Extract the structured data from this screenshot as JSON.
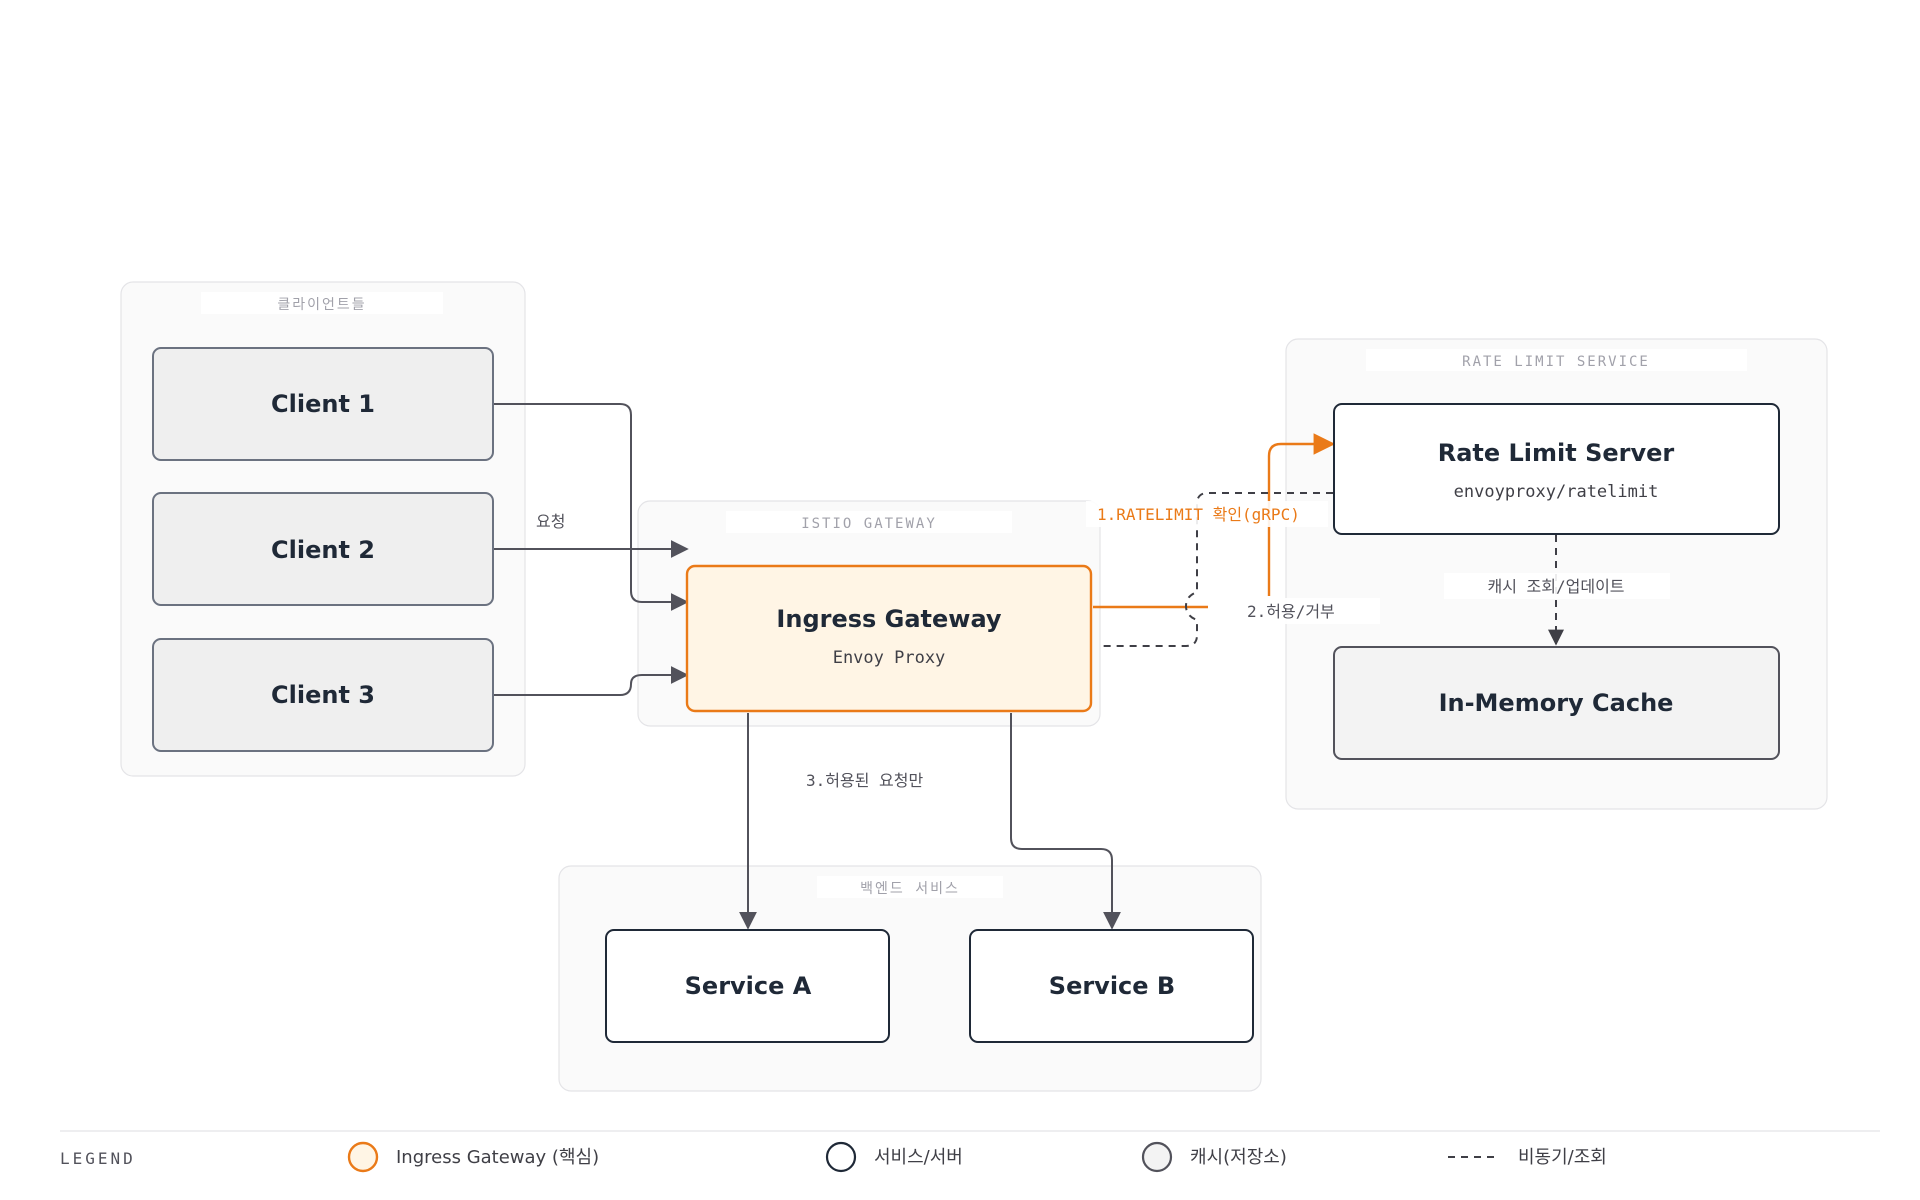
{
  "clusters": {
    "clients": "클라이언트들",
    "istio_gateway": "ISTIO GATEWAY",
    "rate_limit_service": "RATE LIMIT SERVICE",
    "backend": "백엔드 서비스"
  },
  "nodes": {
    "client1": {
      "title": "Client 1"
    },
    "client2": {
      "title": "Client 2"
    },
    "client3": {
      "title": "Client 3"
    },
    "ingress": {
      "title": "Ingress Gateway",
      "subtitle": "Envoy Proxy"
    },
    "ratelimit_server": {
      "title": "Rate Limit Server",
      "subtitle": "envoyproxy/ratelimit"
    },
    "cache": {
      "title": "In-Memory Cache"
    },
    "service_a": {
      "title": "Service A"
    },
    "service_b": {
      "title": "Service B"
    }
  },
  "edges": {
    "request": "요청",
    "ratelimit_check": "1.RATELIMIT 확인(gRPC)",
    "allow_deny": "2.허용/거부",
    "allowed_only": "3.허용된 요청만",
    "cache_lookup": "캐시 조회/업데이트"
  },
  "legend": {
    "title": "LEGEND",
    "items": [
      {
        "label": "Ingress Gateway (핵심)",
        "color": "#ea7a18"
      },
      {
        "label": "서비스/서버",
        "color": "#1f2937"
      },
      {
        "label": "캐시(저장소)",
        "color": "#52525b"
      },
      {
        "label": "비동기/조회",
        "color": "#3f3f46"
      }
    ]
  },
  "colors": {
    "accent": "#ea7a18",
    "accent_fill": "#fff5e5",
    "node_stroke": "#1f2937",
    "client_fill": "#efefef",
    "cache_fill": "#f3f3f3"
  }
}
